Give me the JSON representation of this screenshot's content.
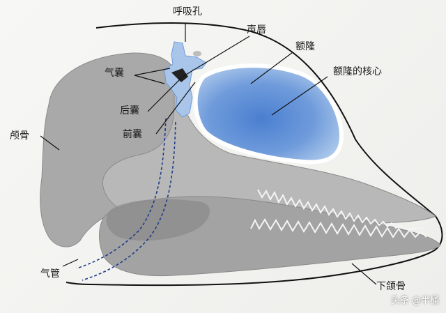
{
  "labels": {
    "blowhole": "呼吸孔",
    "phonic_lips": "声唇",
    "melon": "额隆",
    "air_sacs": "气囊",
    "melon_core": "额隆的核心",
    "posterior_sac": "后囊",
    "anterior_sac": "前囊",
    "cranium": "颅骨",
    "trachea": "气管",
    "lower_jaw": "下颌骨"
  },
  "watermark": "头条 @半桶",
  "colors": {
    "bone": "#a9a9a9",
    "bone_dark": "#8a8a8a",
    "melon": "#4a7fd0",
    "melon_light": "#a9c6ea",
    "line": "#111111",
    "background": "#f2f2f0"
  }
}
